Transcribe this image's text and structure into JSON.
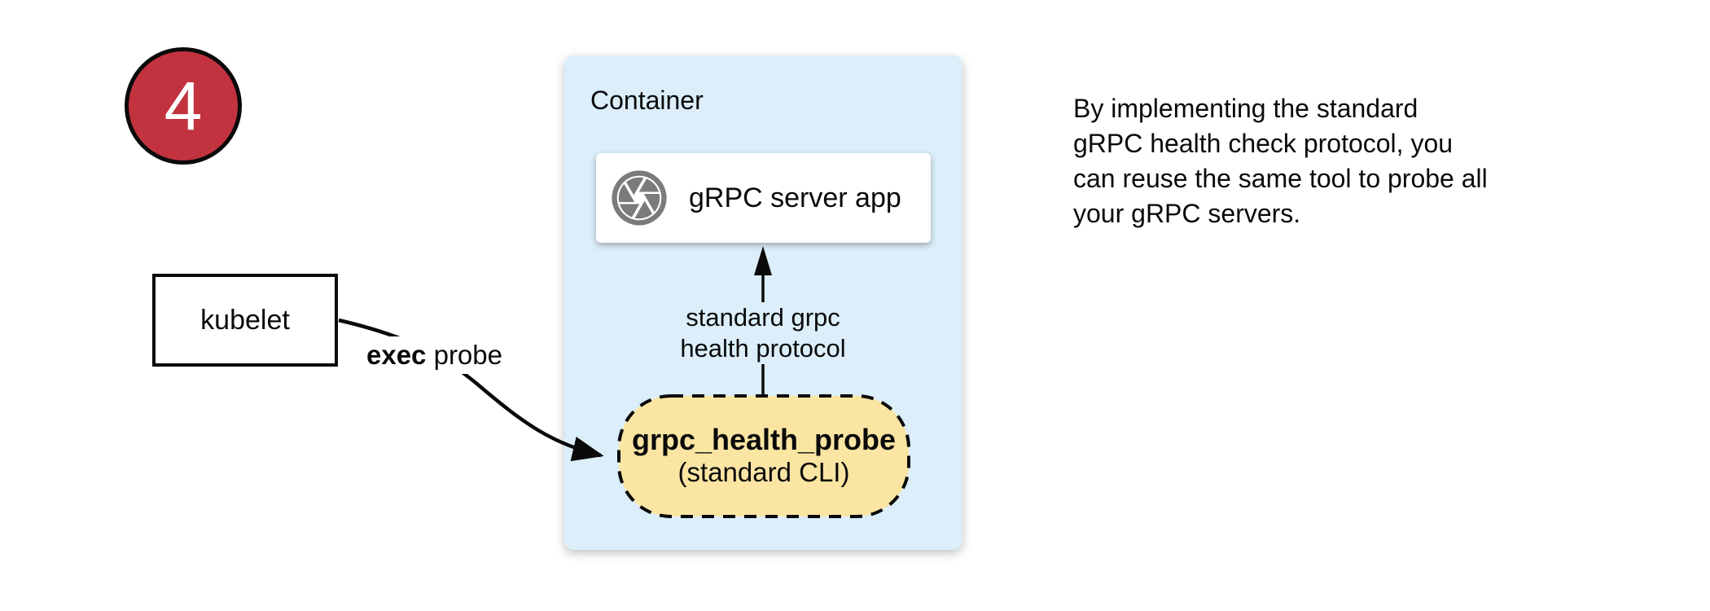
{
  "step_badge": {
    "number": "4"
  },
  "kubelet": {
    "label": "kubelet"
  },
  "exec_probe_label": {
    "bold": "exec",
    "rest": " probe"
  },
  "container": {
    "title": "Container",
    "server_box": {
      "label": "gRPC server app",
      "icon": "aperture-icon"
    },
    "protocol_label": {
      "line1": "standard grpc",
      "line2": "health protocol"
    },
    "probe_pill": {
      "title": "grpc_health_probe",
      "subtitle": "(standard CLI)"
    }
  },
  "annotation": {
    "line1": "By implementing the standard",
    "line2": "gRPC health check protocol, you",
    "line3": "can reuse the same tool to probe all",
    "line4": "your gRPC servers."
  },
  "colors": {
    "badge_red": "#C2323F",
    "container_blue": "#DBEEFA",
    "pill_yellow": "#FBE5A3",
    "icon_gray": "#7B7B7B",
    "line_black": "#0a0a0a"
  }
}
